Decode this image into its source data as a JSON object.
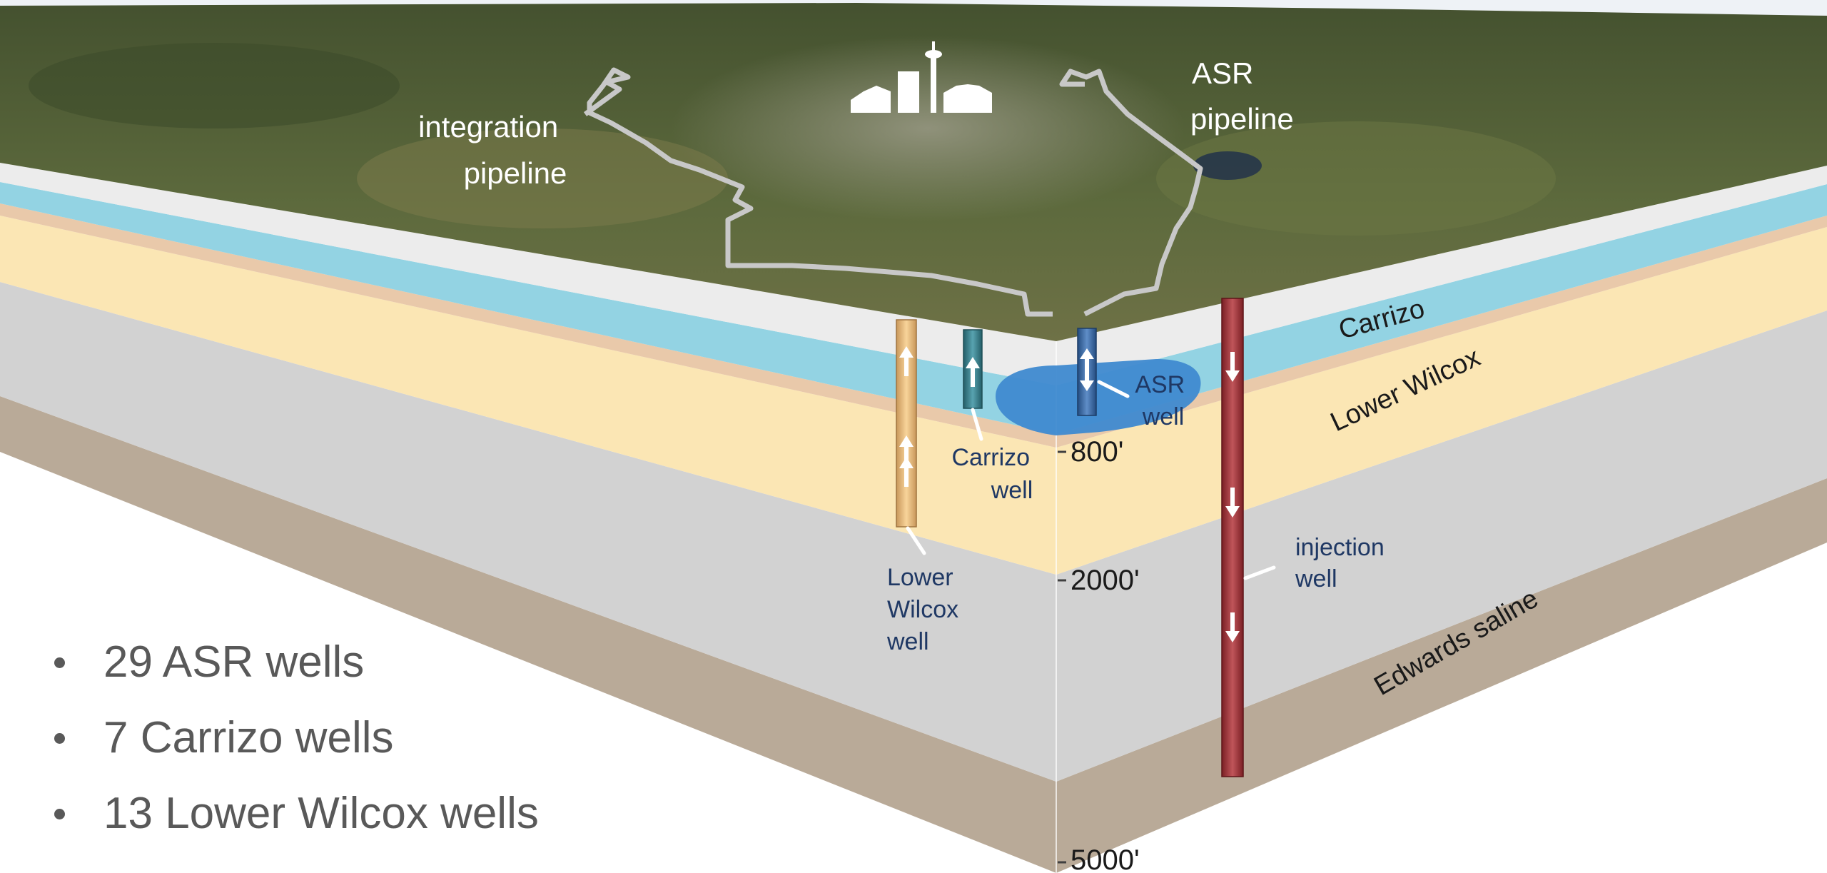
{
  "labels": {
    "integration_pipeline": [
      "integration",
      "pipeline"
    ],
    "asr_pipeline": [
      "ASR",
      "pipeline"
    ],
    "carrizo": "Carrizo",
    "lower_wilcox": "Lower Wilcox",
    "edwards_saline": "Edwards saline",
    "asr_well": [
      "ASR",
      "well"
    ],
    "carrizo_well": [
      "Carrizo",
      "well"
    ],
    "lower_wilcox_well": [
      "Lower",
      "Wilcox",
      "well"
    ],
    "injection_well": [
      "injection",
      "well"
    ]
  },
  "depths": [
    "800'",
    "2000'",
    "5000'"
  ],
  "bullets": [
    "29 ASR wells",
    "7 Carrizo wells",
    "13 Lower Wilcox wells"
  ],
  "colors": {
    "terrain": "#4a5a32",
    "pipeline": "#c8c8c8",
    "surface_layer": "#ececec",
    "carrizo_layer": "#93d3e3",
    "lower_wilcox_layer": "#fbe6b4",
    "shale_band": "#e9c9aa",
    "gray_layer": "#d2d2d2",
    "edwards_layer": "#b9aa98",
    "lower_wilcox_well": "#f4c98b",
    "carrizo_well": "#3f8a97",
    "asr_well": "#3e6ea8",
    "injection_well": "#a9363a",
    "asr_bubble": "#3f8ad0",
    "callout_text": "#1f3864"
  }
}
